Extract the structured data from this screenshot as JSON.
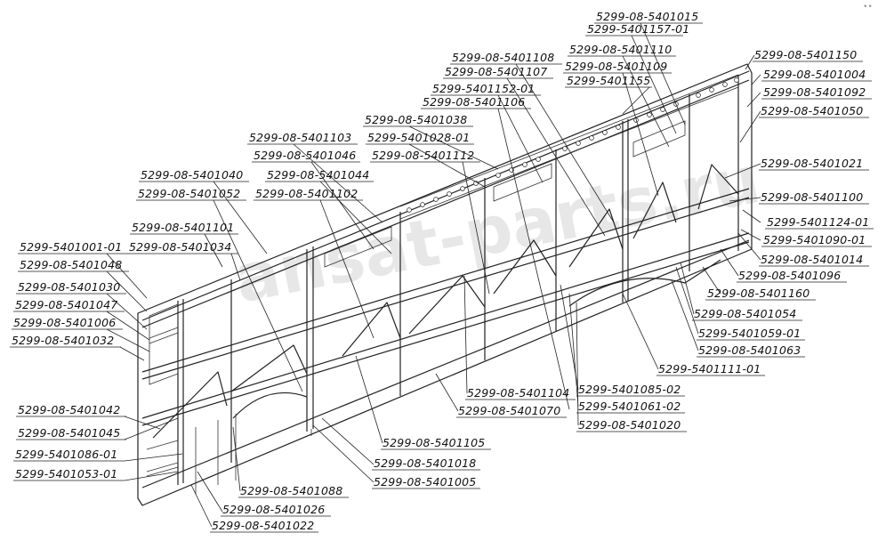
{
  "watermark": "ansat-parts.ru",
  "corner_mark": "••",
  "callouts": [
    {
      "id": "l01",
      "text": "5299-08-5401015"
    },
    {
      "id": "l02",
      "text": "5299-5401157-01"
    },
    {
      "id": "l03",
      "text": "5299-08-5401110"
    },
    {
      "id": "l04",
      "text": "5299-08-5401108"
    },
    {
      "id": "l05",
      "text": "5299-08-5401109"
    },
    {
      "id": "l06",
      "text": "5299-08-5401107"
    },
    {
      "id": "l07",
      "text": "5299-5401155"
    },
    {
      "id": "l08",
      "text": "5299-5401152-01"
    },
    {
      "id": "l09",
      "text": "5299-08-5401106"
    },
    {
      "id": "l10",
      "text": "5299-08-5401038"
    },
    {
      "id": "l11",
      "text": "5299-5401028-01"
    },
    {
      "id": "l12",
      "text": "5299-08-5401103"
    },
    {
      "id": "l13",
      "text": "5299-08-5401112"
    },
    {
      "id": "l14",
      "text": "5299-08-5401046"
    },
    {
      "id": "l15",
      "text": "5299-08-5401044"
    },
    {
      "id": "l16",
      "text": "5299-08-5401040"
    },
    {
      "id": "l17",
      "text": "5299-08-5401052"
    },
    {
      "id": "l18",
      "text": "5299-08-5401102"
    },
    {
      "id": "l19",
      "text": "5299-08-5401101"
    },
    {
      "id": "l20",
      "text": "5299-5401001-01"
    },
    {
      "id": "l21",
      "text": "5299-08-5401034"
    },
    {
      "id": "l22",
      "text": "5299-08-5401048"
    },
    {
      "id": "l23",
      "text": "5299-08-5401030"
    },
    {
      "id": "l24",
      "text": "5299-08-5401047"
    },
    {
      "id": "l25",
      "text": "5299-08-5401006"
    },
    {
      "id": "l26",
      "text": "5299-08-5401032"
    },
    {
      "id": "l27",
      "text": "5299-08-5401042"
    },
    {
      "id": "l28",
      "text": "5299-08-5401045"
    },
    {
      "id": "l29",
      "text": "5299-5401086-01"
    },
    {
      "id": "l30",
      "text": "5299-5401053-01"
    },
    {
      "id": "l31",
      "text": "5299-08-5401088"
    },
    {
      "id": "l32",
      "text": "5299-08-5401026"
    },
    {
      "id": "l33",
      "text": "5299-08-5401022"
    },
    {
      "id": "l34",
      "text": "5299-08-5401005"
    },
    {
      "id": "l35",
      "text": "5299-08-5401018"
    },
    {
      "id": "l36",
      "text": "5299-08-5401105"
    },
    {
      "id": "l37",
      "text": "5299-08-5401070"
    },
    {
      "id": "l38",
      "text": "5299-08-5401104"
    },
    {
      "id": "l39",
      "text": "5299-5401085-02"
    },
    {
      "id": "l40",
      "text": "5299-5401061-02"
    },
    {
      "id": "l41",
      "text": "5299-08-5401020"
    },
    {
      "id": "l42",
      "text": "5299-5401111-01"
    },
    {
      "id": "l43",
      "text": "5299-08-5401063"
    },
    {
      "id": "l44",
      "text": "5299-5401059-01"
    },
    {
      "id": "l45",
      "text": "5299-08-5401054"
    },
    {
      "id": "l46",
      "text": "5299-08-5401160"
    },
    {
      "id": "l47",
      "text": "5299-08-5401096"
    },
    {
      "id": "l48",
      "text": "5299-08-5401014"
    },
    {
      "id": "l49",
      "text": "5299-5401090-01"
    },
    {
      "id": "l50",
      "text": "5299-5401124-01"
    },
    {
      "id": "l51",
      "text": "5299-08-5401100"
    },
    {
      "id": "l52",
      "text": "5299-08-5401021"
    },
    {
      "id": "l53",
      "text": "5299-08-5401050"
    },
    {
      "id": "l54",
      "text": "5299-08-5401092"
    },
    {
      "id": "l55",
      "text": "5299-08-5401004"
    },
    {
      "id": "l56",
      "text": "5299-08-5401150"
    }
  ]
}
